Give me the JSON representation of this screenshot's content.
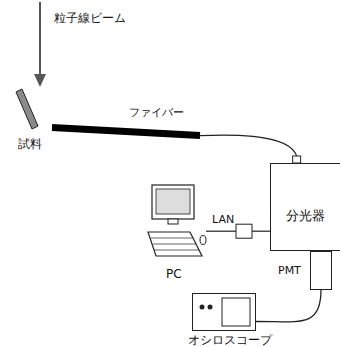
{
  "diagram": {
    "nodes": [
      {
        "text": [
          "試料"
        ]
      },
      {
        "text": [
          "PC"
        ]
      },
      {
        "text": [
          "分光器"
        ]
      },
      {
        "text": [
          "PMT"
        ]
      },
      {
        "text": [
          "オシロスコープ"
        ]
      }
    ],
    "edges": [
      {
        "from": 0,
        "to": 2,
        "label": "ファイバー",
        "arrow": "none"
      },
      {
        "from": 1,
        "to": 2,
        "label": "LAN",
        "arrow": "none"
      },
      {
        "from": 3,
        "to": 4,
        "arrow": "none"
      }
    ],
    "labels": [
      "粒子線ビーム"
    ]
  }
}
